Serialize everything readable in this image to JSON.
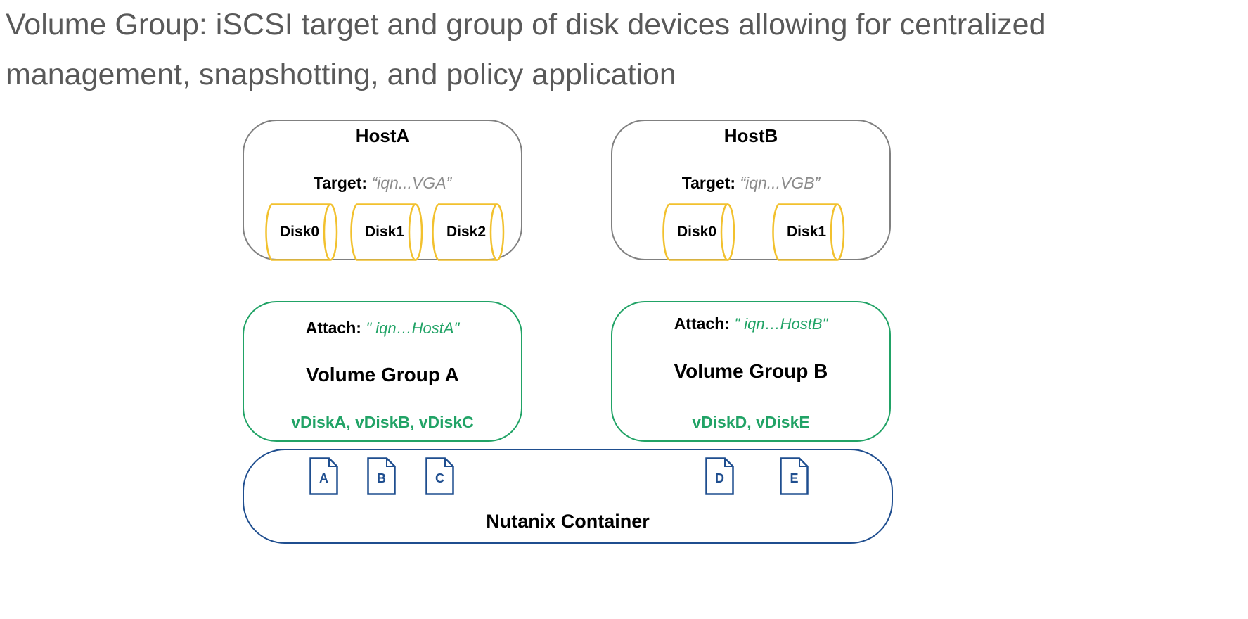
{
  "heading": {
    "line1": "Volume Group: iSCSI target and group of disk devices allowing for centralized",
    "line2": "management, snapshotting, and policy application"
  },
  "hosts": [
    {
      "title": "HostA",
      "target_label": "Target:",
      "target_value": "“iqn...VGA”",
      "disks": [
        "Disk0",
        "Disk1",
        "Disk2"
      ]
    },
    {
      "title": "HostB",
      "target_label": "Target:",
      "target_value": "“iqn...VGB”",
      "disks": [
        "Disk0",
        "Disk1"
      ]
    }
  ],
  "volume_groups": [
    {
      "attach_label": "Attach:",
      "attach_value": "\" iqn…HostA\"",
      "name": "Volume Group A",
      "vdisks": "vDiskA, vDiskB, vDiskC"
    },
    {
      "attach_label": "Attach:",
      "attach_value": "\" iqn…HostB\"",
      "name": "Volume Group B",
      "vdisks": "vDiskD, vDiskE"
    }
  ],
  "container": {
    "label": "Nutanix Container",
    "files": [
      "A",
      "B",
      "C",
      "D",
      "E"
    ]
  },
  "colors": {
    "heading_text": "#595959",
    "host_border": "#808080",
    "disk_outline": "#f2c12e",
    "vg_border": "#21a366",
    "vg_accent": "#21a366",
    "container_border": "#1f4e8f",
    "file_icon": "#1f4e8f"
  }
}
